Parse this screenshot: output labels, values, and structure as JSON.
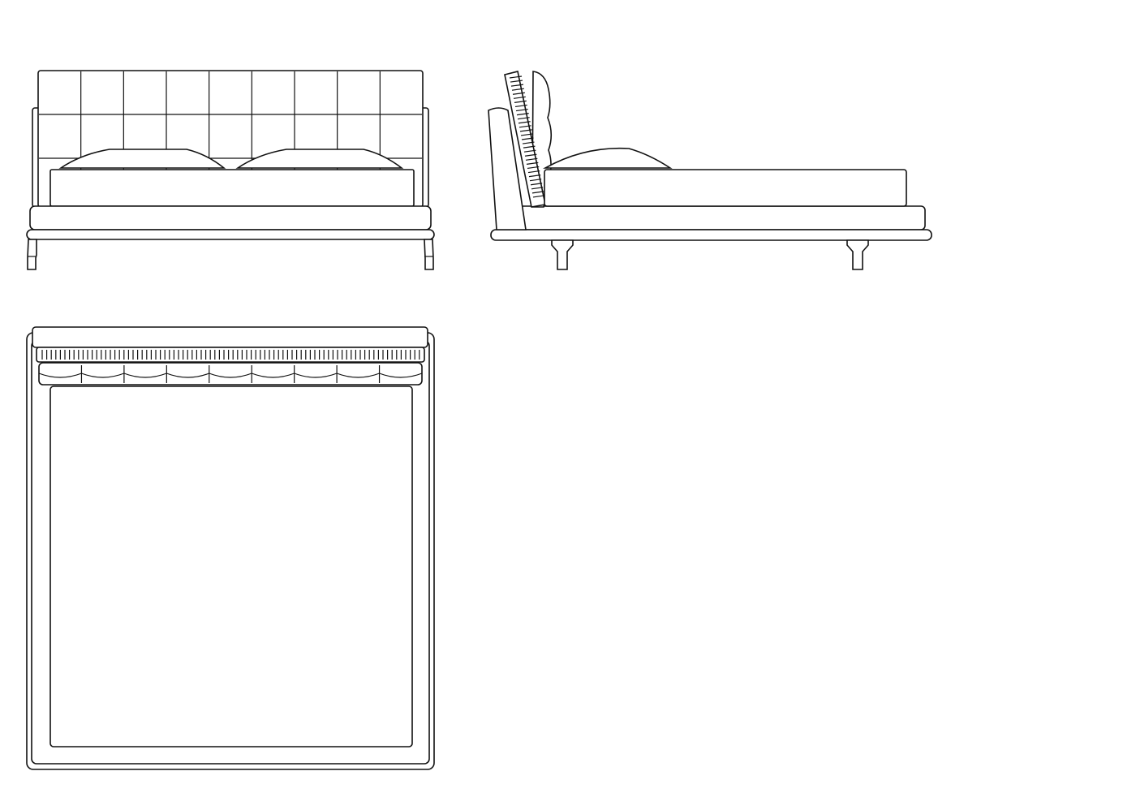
{
  "drawing": {
    "views": [
      "front-elevation",
      "side-elevation",
      "plan"
    ],
    "line_color": "#111111",
    "background": "#ffffff",
    "headboard_tufts": {
      "columns": 9,
      "rows": 3
    },
    "plan_cushion_segments": 9
  }
}
